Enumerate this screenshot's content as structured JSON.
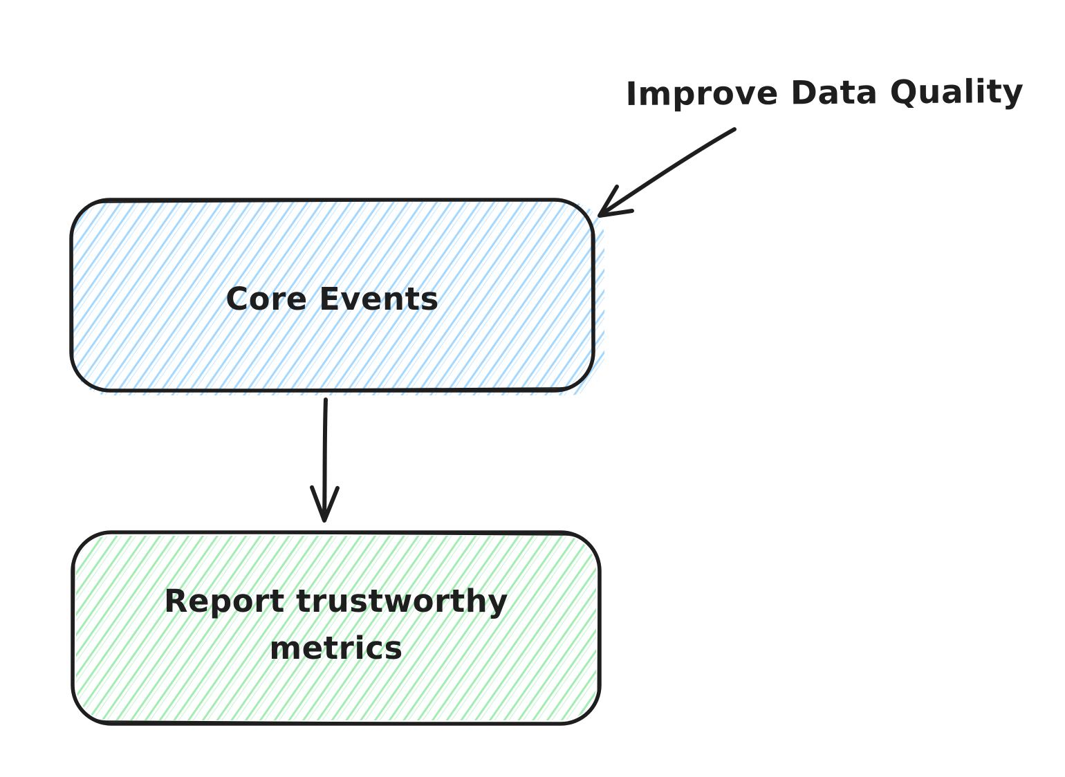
{
  "diagram": {
    "background_color": "#ffffff",
    "stroke_color": "#1e1e1e",
    "annotation": {
      "label": "Improve Data Quality"
    },
    "nodes": {
      "core_events": {
        "label": "Core Events",
        "shape": "rounded-rectangle",
        "fill_style": "hachure",
        "fill_color": "#a5d8ff"
      },
      "report_metrics": {
        "label": "Report trustworthy metrics",
        "shape": "rounded-rectangle",
        "fill_style": "hachure",
        "fill_color": "#a3edb3"
      }
    },
    "arrows": {
      "annotation_to_core": {
        "from": "Improve Data Quality",
        "to": "Core Events"
      },
      "core_to_report": {
        "from": "Core Events",
        "to": "Report trustworthy metrics"
      }
    }
  }
}
